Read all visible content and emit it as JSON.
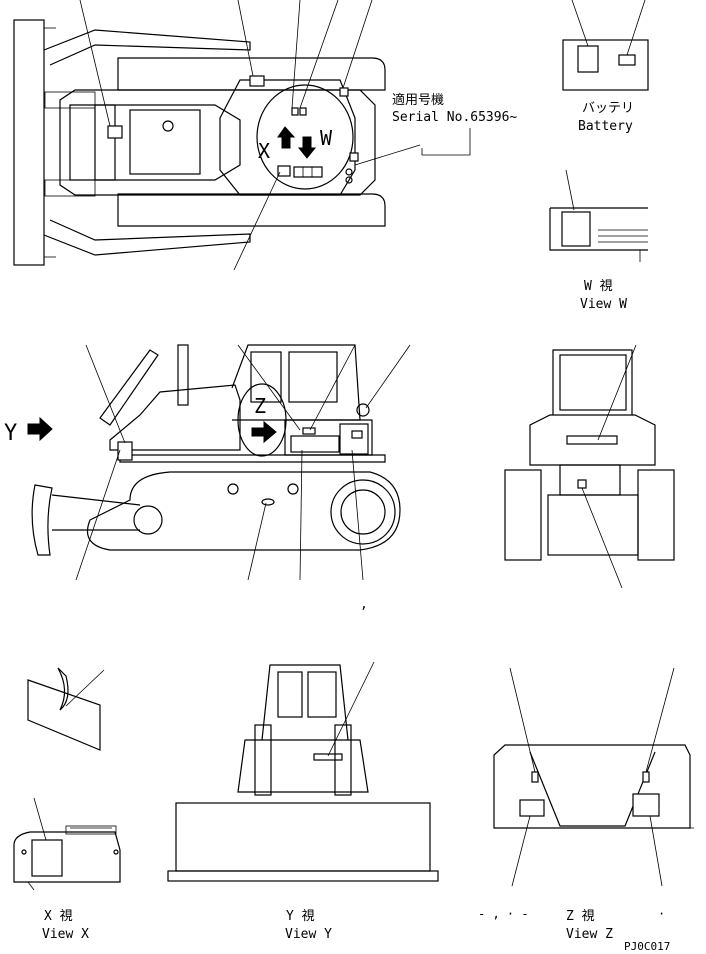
{
  "serial": {
    "jp": "適用号機",
    "en": "Serial No.65396~"
  },
  "battery": {
    "jp": "バッテリ",
    "en": "Battery"
  },
  "view_w": {
    "jp": "W 視",
    "en": "View W"
  },
  "view_x": {
    "jp": "X 視",
    "en": "View X"
  },
  "view_y": {
    "jp": "Y 視",
    "en": "View Y"
  },
  "view_z": {
    "jp": "Z 視",
    "en": "View Z"
  },
  "markers": {
    "x": "X",
    "w": "W",
    "y": "Y",
    "z": "Z"
  },
  "stray_marks": {
    "comma": ",",
    "z_dashes": "- , · -",
    "z_dot": "·"
  },
  "drawing_code": "PJ0C017"
}
